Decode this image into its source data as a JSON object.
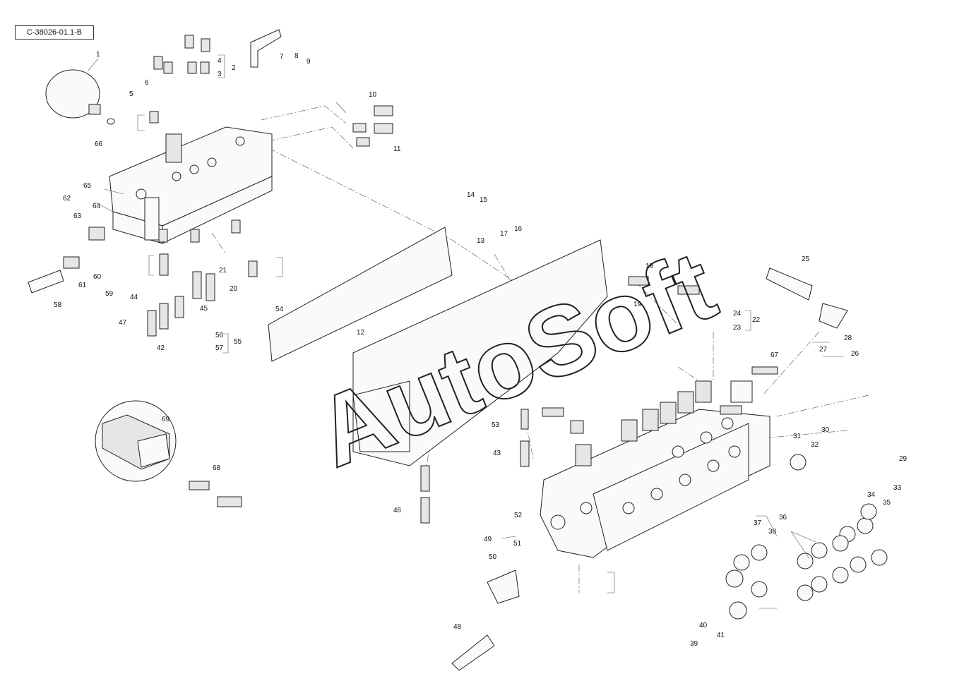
{
  "doc_id": "C-38026-01.1-B",
  "watermark": "AutoSoft",
  "callout_numbers": [
    "1",
    "2",
    "3",
    "4",
    "5",
    "6",
    "7",
    "8",
    "9",
    "10",
    "11",
    "12",
    "13",
    "14",
    "15",
    "16",
    "17",
    "18",
    "19",
    "20",
    "21",
    "22",
    "23",
    "24",
    "25",
    "26",
    "27",
    "28",
    "29",
    "30",
    "31",
    "32",
    "33",
    "34",
    "35",
    "36",
    "37",
    "38",
    "39",
    "40",
    "41",
    "42",
    "43",
    "44",
    "45",
    "46",
    "47",
    "48",
    "49",
    "50",
    "51",
    "52",
    "53",
    "54",
    "55",
    "56",
    "57",
    "58",
    "59",
    "60",
    "61",
    "62",
    "63",
    "64",
    "65",
    "66",
    "67",
    "68",
    "69"
  ]
}
